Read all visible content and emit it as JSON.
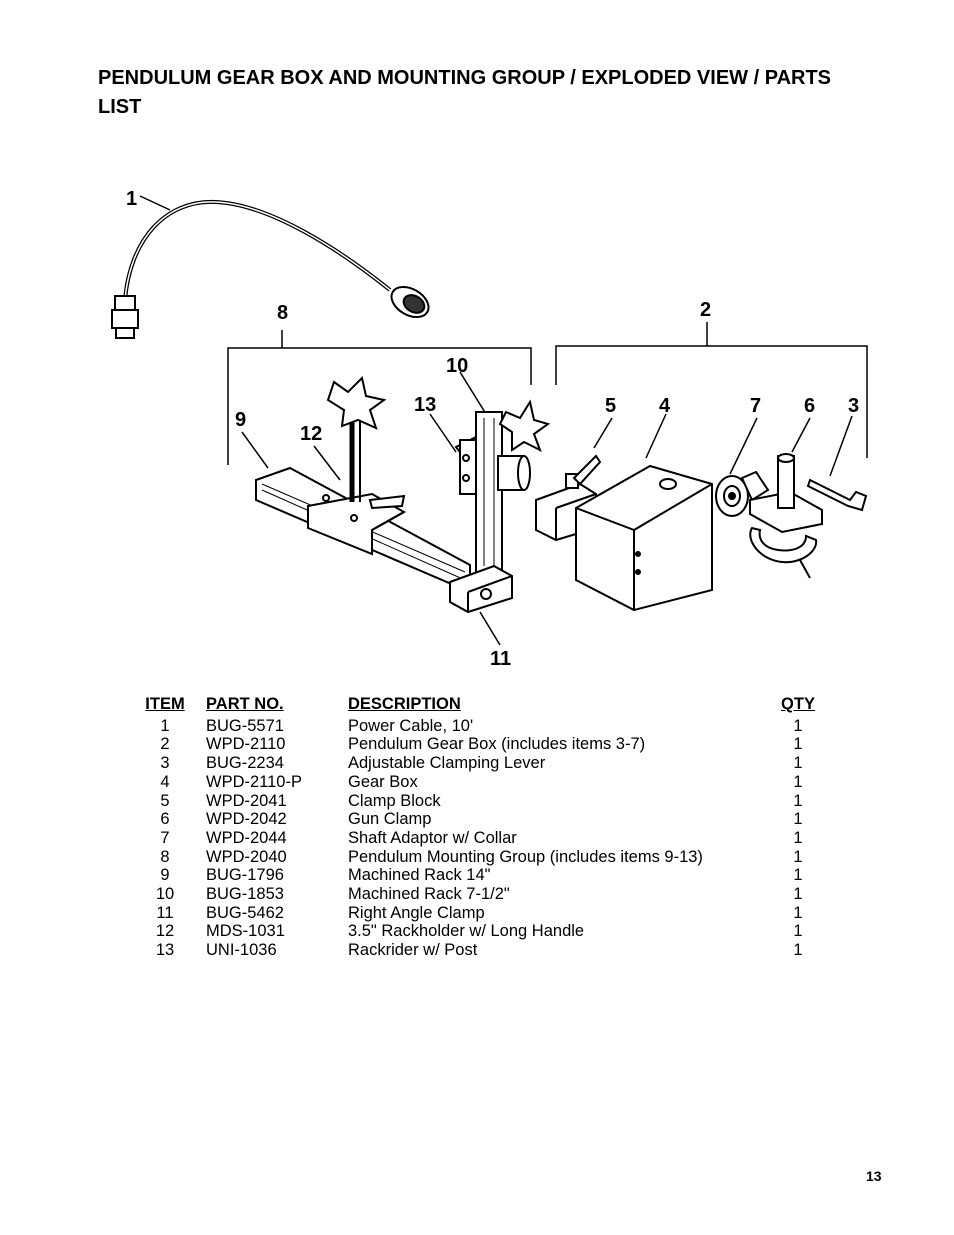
{
  "page": {
    "title": "PENDULUM GEAR BOX AND MOUNTING GROUP / EXPLODED VIEW / PARTS LIST",
    "page_number": "13"
  },
  "diagram": {
    "callouts": [
      "1",
      "2",
      "3",
      "4",
      "5",
      "6",
      "7",
      "8",
      "9",
      "10",
      "11",
      "12",
      "13"
    ]
  },
  "parts_list": {
    "headers": {
      "item": "ITEM",
      "part_no": "PART NO.",
      "description": "DESCRIPTION",
      "qty": "QTY"
    },
    "rows": [
      {
        "item": "1",
        "part_no": "BUG-5571",
        "description": "Power Cable, 10'",
        "qty": "1"
      },
      {
        "item": "2",
        "part_no": "WPD-2110",
        "description": "Pendulum Gear Box (includes items 3-7)",
        "qty": "1"
      },
      {
        "item": "3",
        "part_no": "BUG-2234",
        "description": "Adjustable Clamping Lever",
        "qty": "1"
      },
      {
        "item": "4",
        "part_no": "WPD-2110-P",
        "description": "Gear Box",
        "qty": "1"
      },
      {
        "item": "5",
        "part_no": "WPD-2041",
        "description": "Clamp Block",
        "qty": "1"
      },
      {
        "item": "6",
        "part_no": "WPD-2042",
        "description": "Gun Clamp",
        "qty": "1"
      },
      {
        "item": "7",
        "part_no": "WPD-2044",
        "description": "Shaft Adaptor w/ Collar",
        "qty": "1"
      },
      {
        "item": "8",
        "part_no": "WPD-2040",
        "description": "Pendulum Mounting Group (includes items 9-13)",
        "qty": "1"
      },
      {
        "item": "9",
        "part_no": "BUG-1796",
        "description": "Machined Rack 14\"",
        "qty": "1"
      },
      {
        "item": "10",
        "part_no": "BUG-1853",
        "description": "Machined Rack 7-1/2\"",
        "qty": "1"
      },
      {
        "item": "11",
        "part_no": "BUG-5462",
        "description": "Right Angle Clamp",
        "qty": "1"
      },
      {
        "item": "12",
        "part_no": "MDS-1031",
        "description": "3.5\" Rackholder w/ Long Handle",
        "qty": "1"
      },
      {
        "item": "13",
        "part_no": "UNI-1036",
        "description": "Rackrider w/ Post",
        "qty": "1"
      }
    ]
  }
}
